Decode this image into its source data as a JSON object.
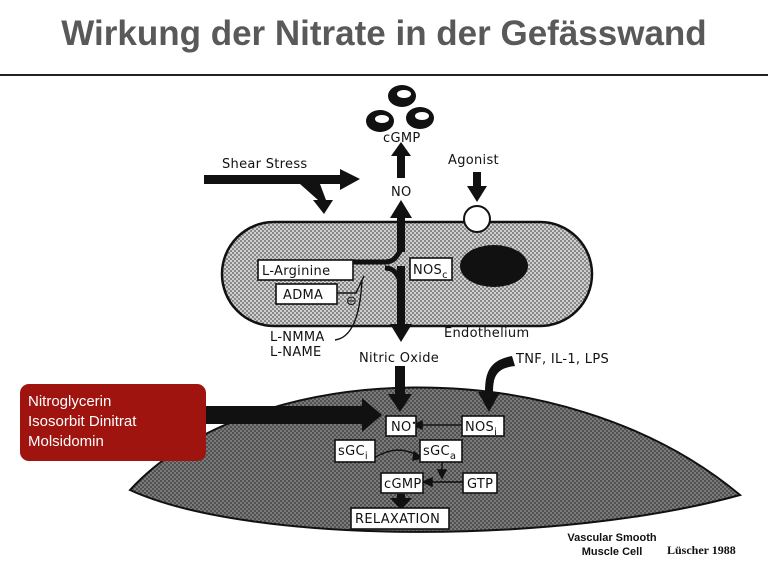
{
  "title": "Wirkung der Nitrate in der Gefässwand",
  "labels": {
    "cgmp_top": "cGMP",
    "no_top": "NO",
    "shear_stress": "Shear Stress",
    "agonist": "Agonist",
    "l_arginine": "L-Arginine",
    "adma": "ADMA",
    "nos_c_main": "NOS",
    "nos_c_sub": "c",
    "l_nmma": "L-NMMA",
    "l_name": "L-NAME",
    "endothelium": "Endothelium",
    "nitric_oxide": "Nitric Oxide",
    "cytokines": "TNF, IL-1, LPS",
    "no_smc": "NO",
    "no_smc_sup": "•",
    "nos_i_main": "NOS",
    "nos_i_sub": "i",
    "sgc_i_main": "sGC",
    "sgc_i_sub": "i",
    "sgc_a_main": "sGC",
    "sgc_a_sub": "a",
    "cgmp_smc": "cGMP",
    "gtp": "GTP",
    "relaxation": "RELAXATION",
    "inhibit_sign": "⊖"
  },
  "drugs": [
    "Nitroglycerin",
    "Isosorbit Dinitrat",
    "Molsidomin"
  ],
  "vsmc_label": [
    "Vascular Smooth",
    "Muscle Cell"
  ],
  "citation": "Lüscher 1988",
  "colors": {
    "drug_box": "#a0140f",
    "title": "#595959",
    "cell_fill": "#b5b5b5",
    "smc_fill": "#6f6f6f"
  }
}
